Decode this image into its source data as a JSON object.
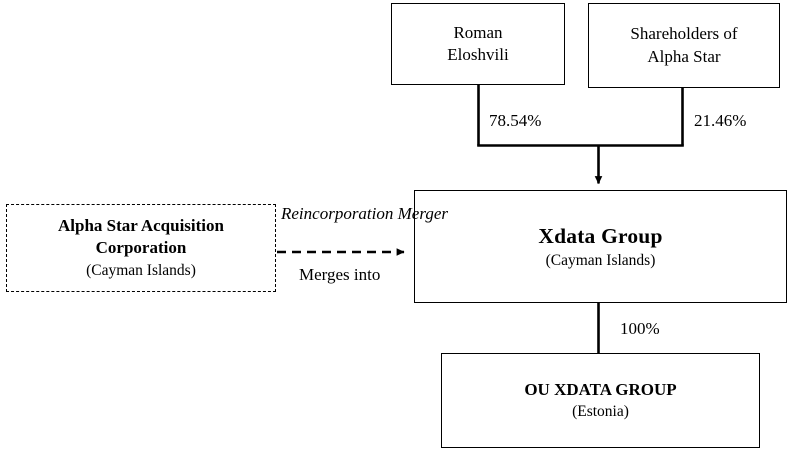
{
  "diagram": {
    "type": "organizational-merger-chart",
    "background_color": "#ffffff",
    "line_color": "#000000",
    "nodes": [
      {
        "id": "roman-eloshvili",
        "title": "Roman\nEloshvili",
        "subtitle": "",
        "style": "solid",
        "emphasis": "regular"
      },
      {
        "id": "shareholders-alpha-star",
        "title": "Shareholders of\nAlpha Star",
        "subtitle": "",
        "style": "solid",
        "emphasis": "regular"
      },
      {
        "id": "alpha-star-acquisition",
        "title": "Alpha Star Acquisition\nCorporation",
        "subtitle": "(Cayman Islands)",
        "style": "dashed",
        "emphasis": "bold"
      },
      {
        "id": "xdata-group",
        "title": "Xdata Group",
        "subtitle": "(Cayman Islands)",
        "style": "solid",
        "emphasis": "bold-large"
      },
      {
        "id": "ou-xdata-group",
        "title": "OU XDATA GROUP",
        "subtitle": "(Estonia)",
        "style": "solid",
        "emphasis": "bold"
      }
    ],
    "edges": [
      {
        "id": "roman-to-xdata",
        "from": "roman-eloshvili",
        "to": "xdata-group",
        "label": "78.54%",
        "style": "solid",
        "arrow": true
      },
      {
        "id": "shareholders-to-xdata",
        "from": "shareholders-alpha-star",
        "to": "xdata-group",
        "label": "21.46%",
        "style": "solid",
        "arrow": true
      },
      {
        "id": "alpha-star-to-xdata",
        "from": "alpha-star-acquisition",
        "to": "xdata-group",
        "label_above": "Reincorporation\nMerger",
        "label_below": "Merges into",
        "style": "dashed",
        "arrow": true
      },
      {
        "id": "xdata-to-ou-xdata",
        "from": "xdata-group",
        "to": "ou-xdata-group",
        "label": "100%",
        "style": "solid",
        "arrow": false
      }
    ]
  }
}
